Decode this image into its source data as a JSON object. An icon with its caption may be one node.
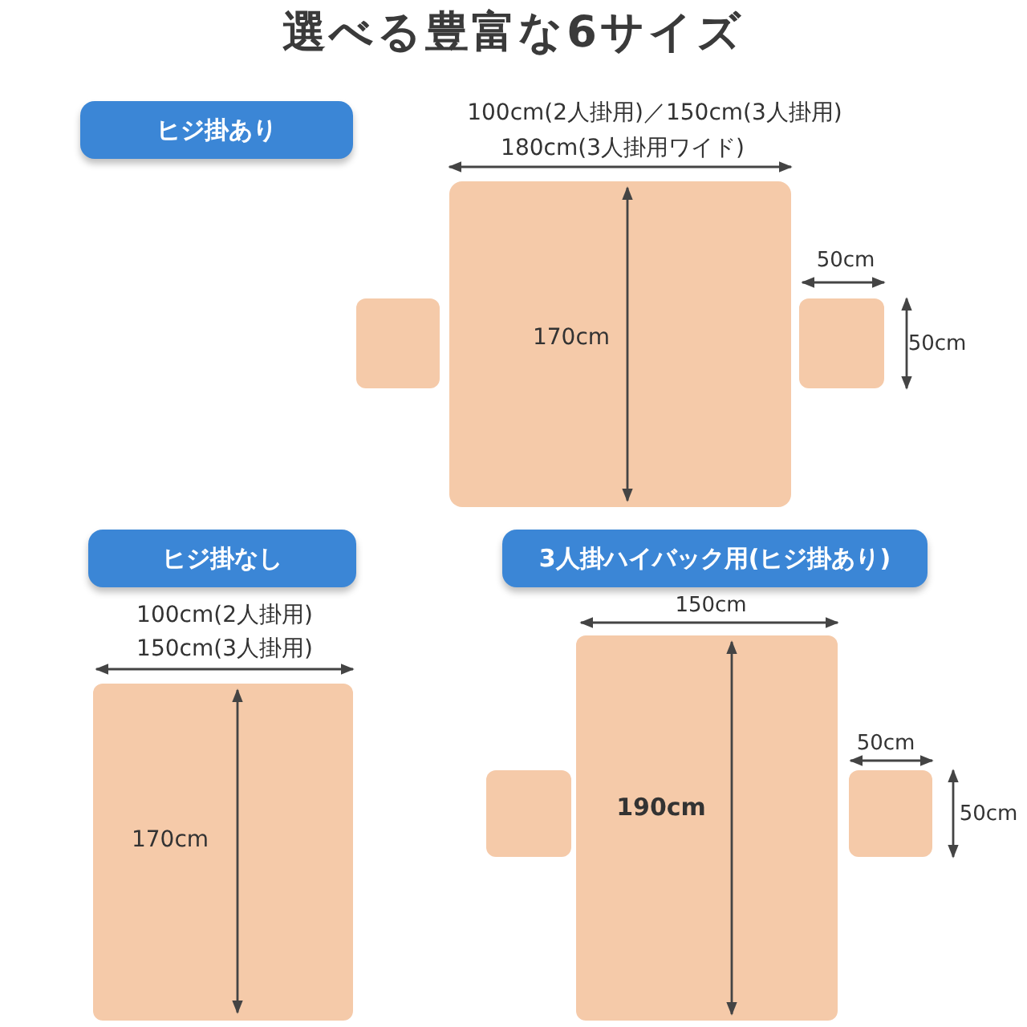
{
  "diagram": {
    "title": "選べる豊富な6サイズ",
    "nodes": [
      {
        "text": [
          "ヒジ掛あり"
        ]
      },
      {
        "text": [
          "ヒジ掛なし"
        ]
      },
      {
        "text": [
          "3人掛ハイバック用(ヒジ掛あり)"
        ]
      }
    ],
    "labels": [
      "100cm(2人掛用)／150cm(3人掛用)",
      "180cm(3人掛用ワイド)",
      "50cm",
      "170cm",
      "50cm",
      "100cm(2人掛用)",
      "150cm(3人掛用)",
      "170cm",
      "150cm",
      "50cm",
      "190cm",
      "50cm"
    ]
  }
}
